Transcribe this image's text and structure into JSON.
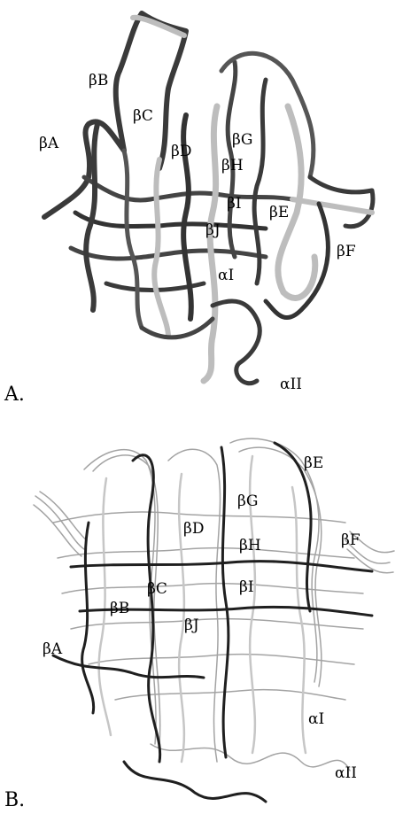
{
  "panel_a": {
    "panel_label": "A.",
    "labels": [
      "βA",
      "βB",
      "βC",
      "βD",
      "βE",
      "βF",
      "βG",
      "βH",
      "βI",
      "βJ",
      "αI",
      "αII"
    ]
  },
  "panel_b": {
    "panel_label": "B.",
    "labels": [
      "βA",
      "βB",
      "βC",
      "βD",
      "βE",
      "βF",
      "βG",
      "βH",
      "βI",
      "βJ",
      "αI",
      "αII"
    ]
  },
  "colors": {
    "strand_dark": "#333333",
    "strand_light": "#b8b8b8",
    "background": "#ffffff"
  }
}
